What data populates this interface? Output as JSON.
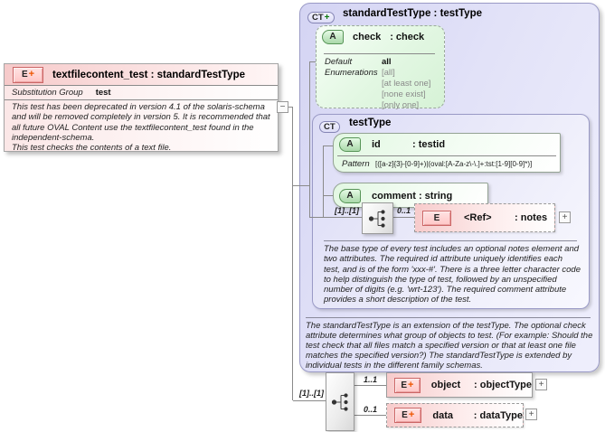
{
  "colors": {
    "element_pink": "#f7cbcb",
    "attribute_green": "#d6f2d6",
    "type_lavender": "#dcdcf6",
    "connector_gray": "#8a8a8a",
    "badge_plus_orange": "#ee5500",
    "badge_plus_green": "#0c7a0c"
  },
  "element_box": {
    "badge": "E",
    "badge_plus": "+",
    "title": "textfilecontent_test : standardTestType",
    "substitution_group_label": "Substitution Group",
    "substitution_group_value": "test",
    "deprecation_text": "This test has been deprecated in version 4.1 of the solaris-schema and will be removed completely in version 5.  It is recommended that all future OVAL Content use the textfilecontent_test found in the independent-schema.",
    "description_text": "This test checks the contents of a text file.",
    "collapse_toggle": "−"
  },
  "standard_test_type": {
    "badge": "CT",
    "badge_plus": "+",
    "title": "standardTestType : testType",
    "check_attribute": {
      "badge": "A",
      "name": "check",
      "type": ": check",
      "default_label": "Default",
      "default_value": "all",
      "enumerations_label": "Enumerations",
      "enumerations": [
        "[all]",
        "[at least one]",
        "[none exist]",
        "[only one]"
      ]
    },
    "test_type": {
      "badge": "CT",
      "title": "testType",
      "id_attribute": {
        "badge": "A",
        "name": "id",
        "type": ": testid",
        "pattern_label": "Pattern",
        "pattern_value": "[([a-z]{3}-[0-9]+)|(oval:[A-Za-z\\-\\.]+:tst:[1-9][0-9]*)]"
      },
      "comment_attribute": {
        "badge": "A",
        "name": "comment : string"
      },
      "sequence_cardinality": "[1]..[1]",
      "notes_occurrence": "0..1",
      "notes_element": {
        "badge": "E",
        "name": "<Ref>",
        "type": ": notes",
        "expand_toggle": "+"
      },
      "description": "The base type of every test includes an optional notes element and two attributes.  The required id attribute uniquely identifies each test, and is of the form 'xxx-#'.  There is a three letter character code to help distinguish the type of test, followed by an unspecified number of digits (e.g. 'wrt-123').  The required comment attribute provides a short description of the test."
    },
    "description": "The standardTestType is an extension of the testType.  The optional check attribute determines what group of objects to test.  (For example: Should the test check that all files match a specified version or that at least one file matches the specified version?)  The standardTestType is extended by individual tests in the different family schemas."
  },
  "content_model": {
    "cardinality": "[1]..[1]",
    "object_occurrence": "1..1",
    "object_element": {
      "badge": "E",
      "badge_plus": "+",
      "name": "object",
      "type": ": objectType",
      "expand_toggle": "+"
    },
    "data_occurrence": "0..1",
    "data_element": {
      "badge": "E",
      "badge_plus": "+",
      "name": "data",
      "type": ": dataType",
      "expand_toggle": "+"
    }
  }
}
